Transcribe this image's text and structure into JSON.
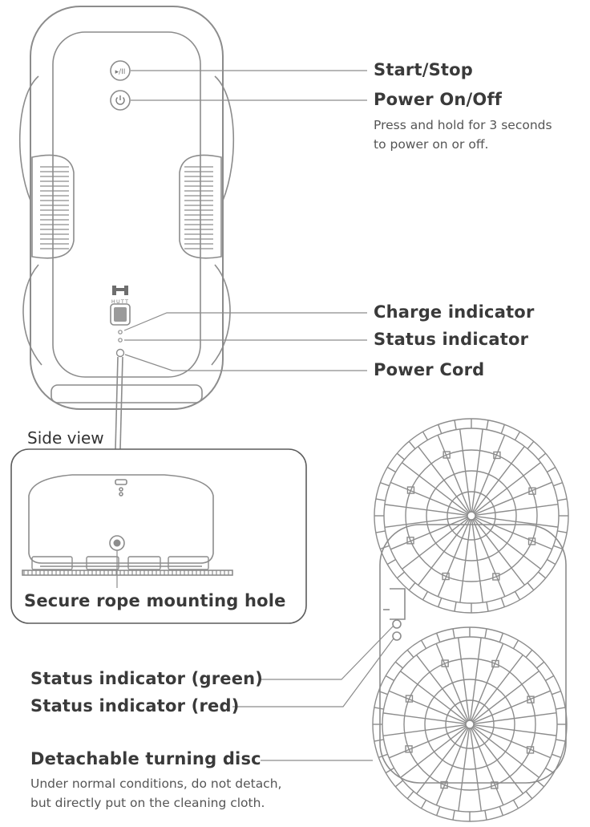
{
  "labels": {
    "start_stop": "Start/Stop",
    "power_onoff": "Power On/Off",
    "power_desc_1": "Press and hold for 3 seconds",
    "power_desc_2": "to power on or off.",
    "charge_indicator": "Charge indicator",
    "status_indicator": "Status indicator",
    "power_cord": "Power Cord",
    "side_view": "Side view",
    "rope_hole": "Secure rope mounting hole",
    "status_green": "Status indicator (green)",
    "status_red": "Status indicator (red)",
    "disc": "Detachable turning disc",
    "disc_desc_1": "Under normal conditions, do not detach,",
    "disc_desc_2": "but directly put on the cleaning cloth."
  },
  "device": {
    "brand_text": "HUTT"
  },
  "colors": {
    "line": "#8c8c8c",
    "text": "#3a3a3a"
  }
}
